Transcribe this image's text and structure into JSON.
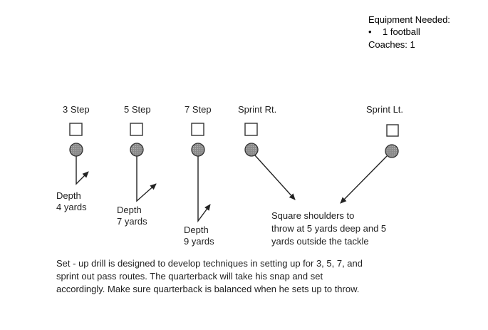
{
  "equipment": {
    "heading": "Equipment Needed:",
    "items": [
      "1 football"
    ],
    "coaches": "Coaches:  1"
  },
  "drops": [
    {
      "label": "3 Step",
      "depth_line1": "Depth",
      "depth_line2": "4 yards"
    },
    {
      "label": "5 Step",
      "depth_line1": "Depth",
      "depth_line2": "7 yards"
    },
    {
      "label": "7 Step",
      "depth_line1": "Depth",
      "depth_line2": "9 yards"
    },
    {
      "label": "Sprint Rt."
    },
    {
      "label": "Sprint Lt."
    }
  ],
  "sprint_note": [
    "Square shoulders to",
    "throw at 5 yards deep and 5",
    "yards outside the tackle"
  ],
  "description": [
    "Set - up drill is designed to develop techniques in setting up for 3, 5, 7, and",
    "sprint out pass routes.  The quarterback will take his snap and set",
    "accordingly.  Make sure quarterback is balanced when he sets up to throw."
  ]
}
